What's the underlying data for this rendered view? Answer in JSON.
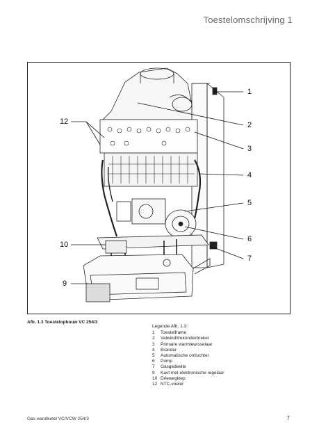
{
  "header": {
    "title": "Toestelomschrijving 1"
  },
  "figure": {
    "callouts": [
      "1",
      "2",
      "3",
      "4",
      "5",
      "6",
      "7",
      "9",
      "10",
      "12"
    ],
    "caption": "Afb. 1.3 Toestelopbouw VC 254/3"
  },
  "legend": {
    "title": "Legende Afb. 1.3:",
    "items": [
      {
        "num": "1",
        "label": "Toestelframe"
      },
      {
        "num": "2",
        "label": "Valwind/trekonderbreker"
      },
      {
        "num": "3",
        "label": "Primaire warmtewisselaar"
      },
      {
        "num": "4",
        "label": "Brander"
      },
      {
        "num": "5",
        "label": "Automatische ontluchter"
      },
      {
        "num": "6",
        "label": "Pomp"
      },
      {
        "num": "7",
        "label": "Gasgedeelte"
      },
      {
        "num": "9",
        "label": "Kast met elektronische regelaar"
      },
      {
        "num": "10",
        "label": "Driewegklep"
      },
      {
        "num": "12",
        "label": "NTC-voeler"
      }
    ]
  },
  "footer": {
    "left": "Gas wandketel VC/VCW 254/3",
    "page": "7"
  }
}
